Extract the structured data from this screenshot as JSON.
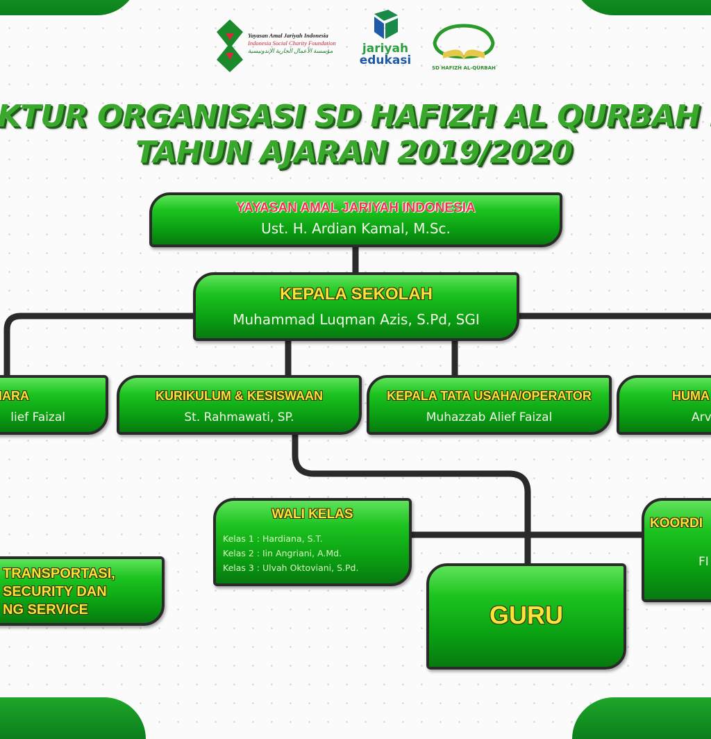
{
  "logos": {
    "yayasan": {
      "line1": "Yayasan Amal Jariyah Indonesia",
      "line2": "Indonesia Social Charity Foundation",
      "line3": "مؤسسة الأعمال الجارية الإندونيسية"
    },
    "jariyah": {
      "word1": "jariyah",
      "word2": "edukasi"
    },
    "school": {
      "caption": "SD HAFIZH AL-QURBAH"
    }
  },
  "title": {
    "line1": "KTUR ORGANISASI SD HAFIZH AL QURBAH B",
    "line2": "TAHUN AJARAN 2019/2020"
  },
  "nodes": {
    "yayasan": {
      "heading": "YAYASAN AMAL JARIYAH INDONESIA",
      "name": "Ust. H. Ardian Kamal, M.Sc."
    },
    "kepala": {
      "heading": "KEPALA SEKOLAH",
      "name": "Muhammad Luqman Azis, S.Pd, SGI"
    },
    "bendahara": {
      "heading": "HARA",
      "name": "lief Faizal"
    },
    "kurikulum": {
      "heading": "KURIKULUM & KESISWAAN",
      "name": "St. Rahmawati, SP."
    },
    "tatausaha": {
      "heading": "KEPALA TATA USAHA/OPERATOR",
      "name": "Muhazzab Alief Faizal"
    },
    "humas": {
      "heading": "HUMA",
      "name": "Arv"
    },
    "walikelas": {
      "heading": "WALI KELAS",
      "items": [
        "Kelas 1 : Hardiana, S.T.",
        "Kelas 2 : Iin Angriani, A.Md.",
        "Kelas 3 : Ulvah Oktoviani, S.Pd."
      ]
    },
    "koordinator": {
      "heading": "KOORDI",
      "name": "FI"
    },
    "transport": {
      "lines": [
        "TRANSPORTASI,",
        "SECURITY DAN",
        "NG SERVICE"
      ]
    },
    "guru": {
      "heading": "GURU"
    }
  },
  "colors": {
    "box_green": "#0a9e12",
    "heading_yellow": "#f7e53a",
    "yayasan_heading_red": "#e8304a",
    "title_green": "#3aa82c",
    "connector": "#2a2a2a"
  }
}
